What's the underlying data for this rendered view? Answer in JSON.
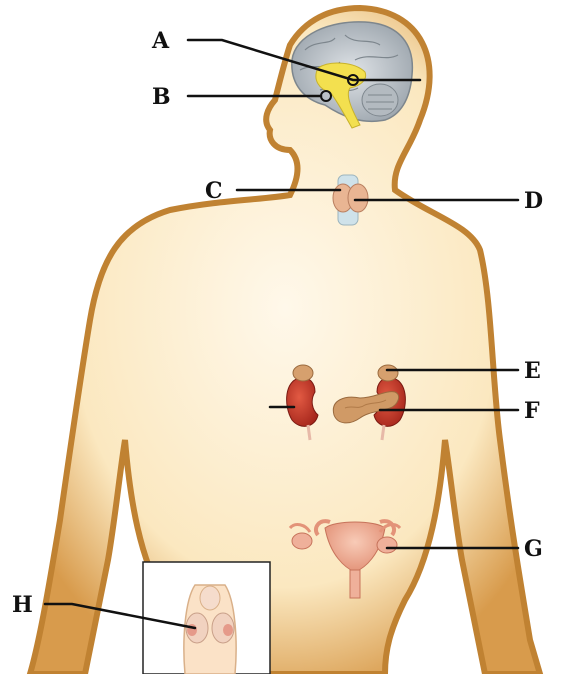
{
  "labels": {
    "A": "A",
    "B": "B",
    "C": "C",
    "D": "D",
    "E": "E",
    "F": "F",
    "G": "G",
    "H": "H"
  },
  "colors": {
    "skin_fill": "#fbeac6",
    "skin_outline": "#b87a2a",
    "brain": "#c6ccd2",
    "pituitary": "#f3e04f",
    "thyroid": "#e9b593",
    "kidney": "#c43224",
    "adrenal": "#d6a06e",
    "pancreas": "#d09a66",
    "uterus": "#f2b49b",
    "testes_inset": "#f1d2c0"
  }
}
